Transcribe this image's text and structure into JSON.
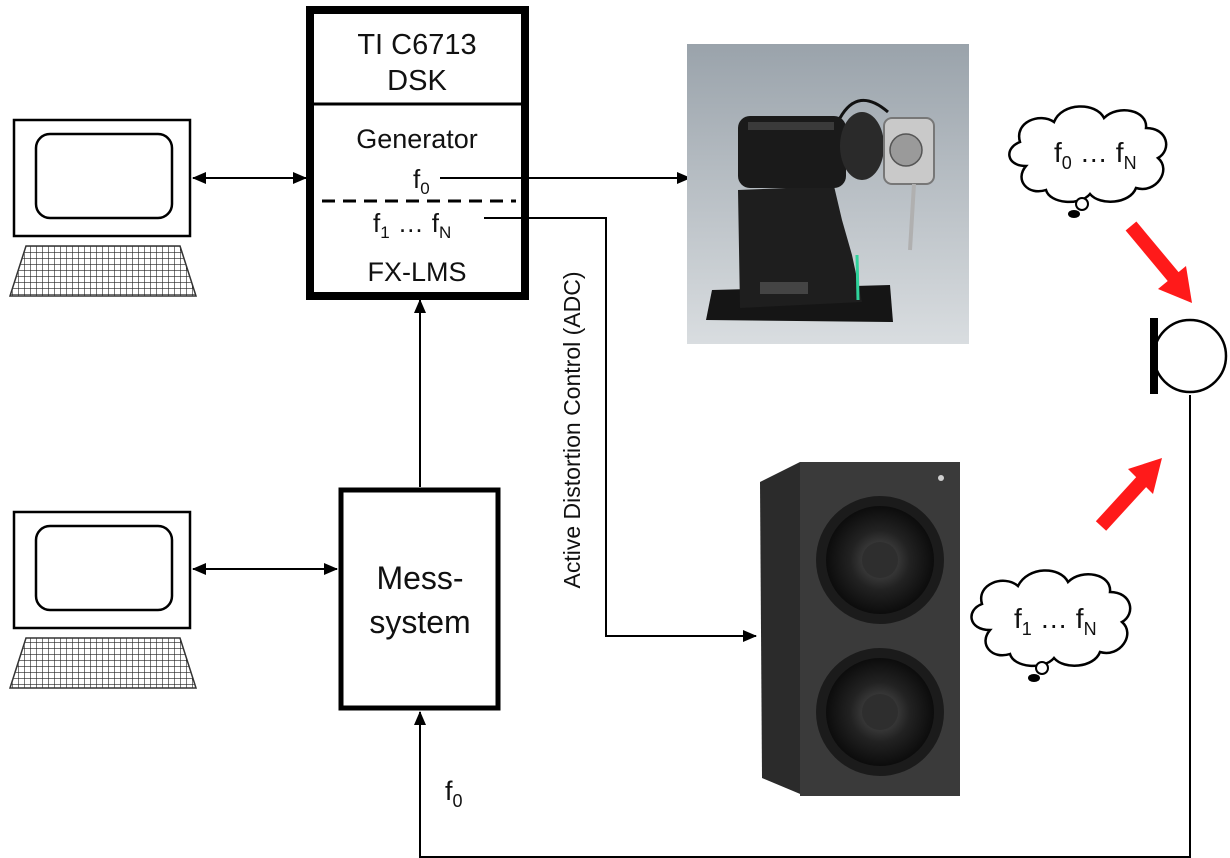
{
  "dsk": {
    "title_line1": "TI C6713",
    "title_line2": "DSK",
    "generator": "Generator",
    "f0_base": "f",
    "f0_sub": "0",
    "harm_f": "f",
    "harm_sub1": "1",
    "harm_dots": "…",
    "harm_subN": "N",
    "fxlms": "FX-LMS"
  },
  "messsystem": {
    "line1": "Mess-",
    "line2": "system"
  },
  "adc_label": "Active Distortion Control (ADC)",
  "feedback_label": {
    "base": "f",
    "sub": "0"
  },
  "thought_top": {
    "f": "f",
    "sub_start": "0",
    "dots": "…",
    "sub_end": "N"
  },
  "thought_bottom": {
    "f": "f",
    "sub_start": "1",
    "dots": "…",
    "sub_end": "N"
  },
  "colors": {
    "accent_arrow": "#ff1a1a",
    "line": "#000000",
    "background": "#ffffff"
  },
  "icons": [
    "computer-icon",
    "shaker-photo",
    "loudspeaker-photo",
    "microphone-icon",
    "thought-cloud-icon"
  ]
}
